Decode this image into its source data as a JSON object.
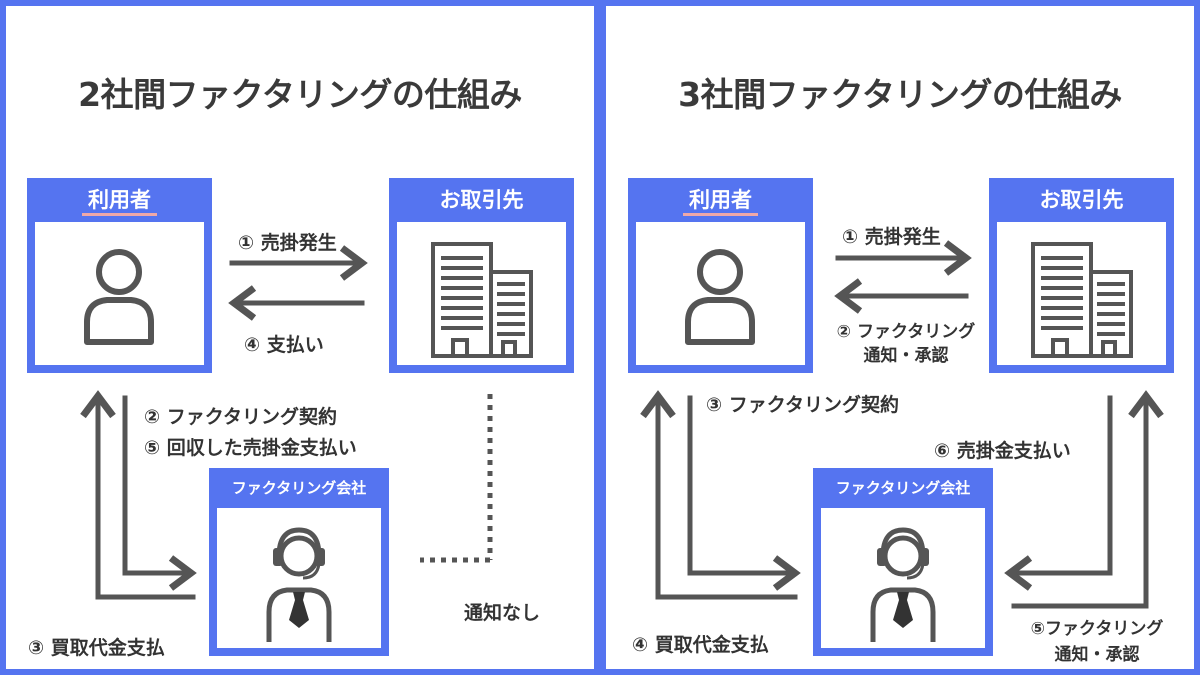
{
  "left": {
    "title": "2社間ファクタリングの仕組み",
    "user_label": "利用者",
    "client_label": "お取引先",
    "factor_label": "ファクタリング会社",
    "step1": "① 売掛発生",
    "step4": "④ 支払い",
    "step2": "② ファクタリング契約",
    "step5": "⑤ 回収した売掛金支払い",
    "step3": "③ 買取代金支払",
    "no_notice": "通知なし"
  },
  "right": {
    "title": "3社間ファクタリングの仕組み",
    "user_label": "利用者",
    "client_label": "お取引先",
    "factor_label": "ファクタリング会社",
    "step1": "① 売掛発生",
    "step2_line1": "② ファクタリング",
    "step2_line2": "通知・承認",
    "step3": "③ ファクタリング契約",
    "step6": "⑥ 売掛金支払い",
    "step4": "④ 買取代金支払",
    "step5_line1": "⑤ファクタリング",
    "step5_line2": "通知・承認"
  },
  "colors": {
    "frame": "#5574f0",
    "underline": "#f8e07a",
    "arrow": "#555555",
    "text": "#333333"
  },
  "icons": [
    "person-icon",
    "building-icon",
    "operator-headset-icon"
  ]
}
